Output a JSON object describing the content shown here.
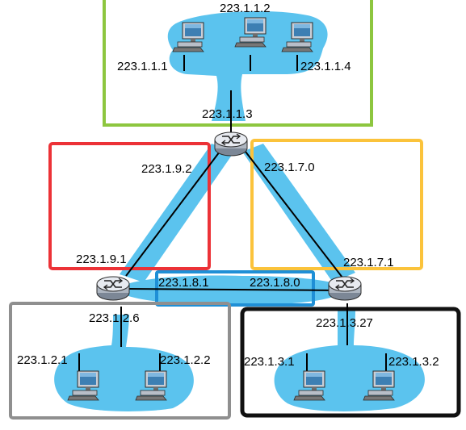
{
  "colors": {
    "subnet_fill": "#5bc3ee",
    "top_box": "#8dc63f",
    "left_box": "#ec3237",
    "right_box": "#fbc33b",
    "middle_box": "#1f8fd6",
    "bottom_left_box": "#8f8f8f",
    "bottom_right_box": "#111111",
    "router_fill": "#d8dde6",
    "link": "#000000"
  },
  "labels": {
    "top_host_mid": "223.1.1.2",
    "top_host_left": "223.1.1.1",
    "top_host_right": "223.1.1.4",
    "top_router_if": "223.1.1.3",
    "left_link_top": "223.1.9.2",
    "right_link_top": "223.1.7.0",
    "left_link_bottom": "223.1.9.1",
    "right_link_bottom": "223.1.7.1",
    "mid_link_left": "223.1.8.1",
    "mid_link_right": "223.1.8.0",
    "bl_router_if": "223.1.2.6",
    "br_router_if": "223.1.3.27",
    "bl_host_left": "223.1.2.1",
    "bl_host_right": "223.1.2.2",
    "br_host_left": "223.1.3.1",
    "br_host_right": "223.1.3.2"
  },
  "icons": {
    "router": "router-icon",
    "host": "computer-icon"
  }
}
